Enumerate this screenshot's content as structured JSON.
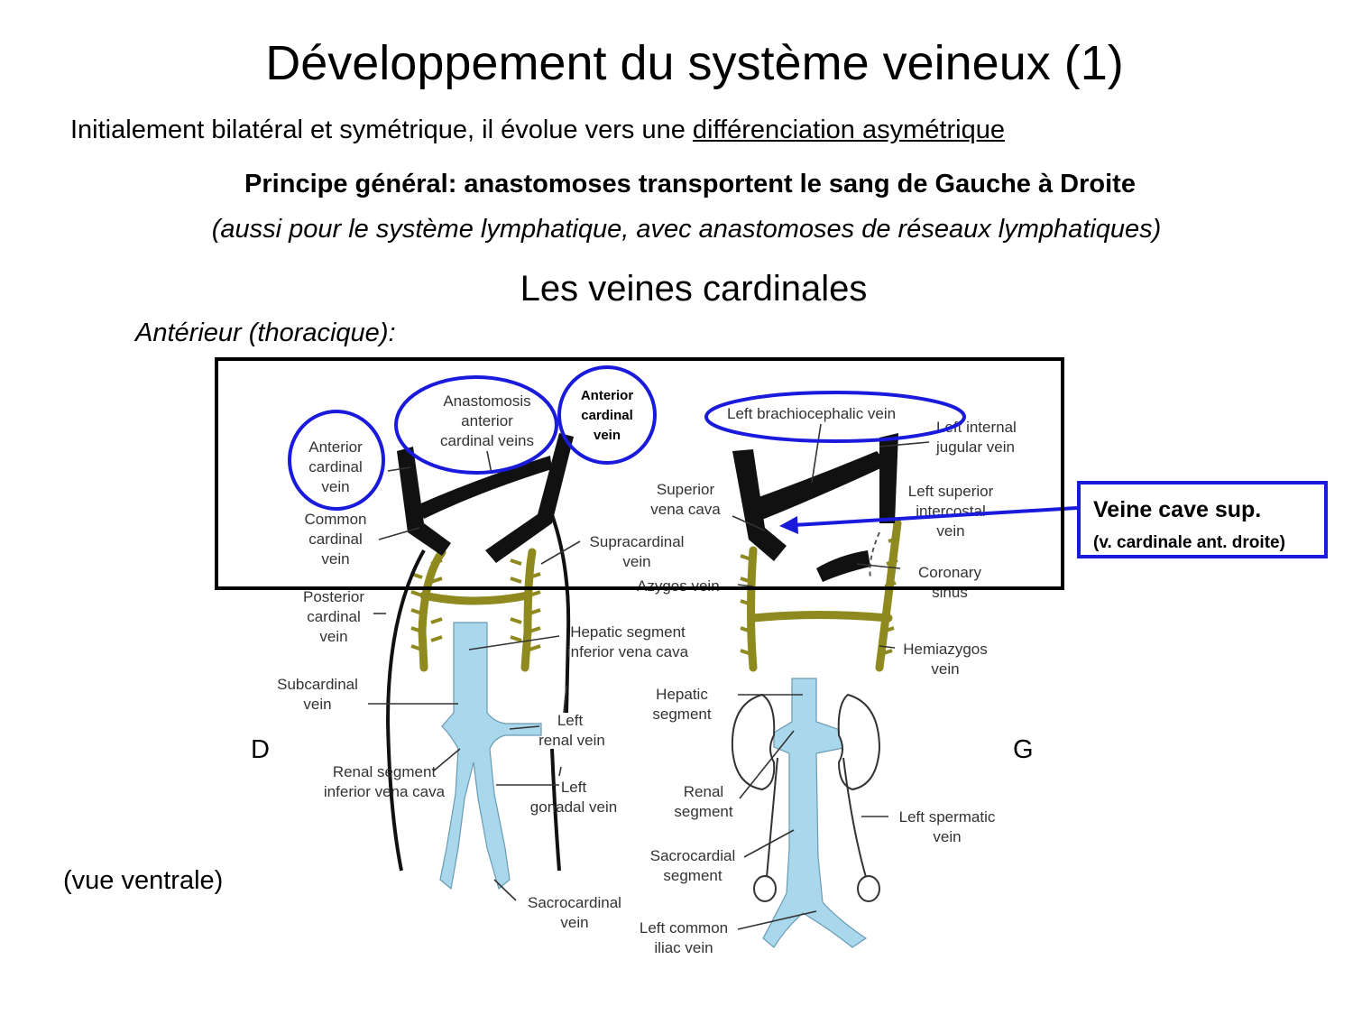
{
  "title": "Développement du système veineux (1)",
  "intro": {
    "text": "Initialement bilatéral et symétrique, il évolue vers une ",
    "underlined": "différenciation asymétrique"
  },
  "principle": "Principe général: anastomoses transportent le sang de Gauche à Droite",
  "lymphatic_note": "(aussi pour le système lymphatique, avec anastomoses de réseaux lymphatiques)",
  "subheading": "Les veines cardinales",
  "anterior_label": "Antérieur (thoracique):",
  "side_labels": {
    "right": "D",
    "left": "G"
  },
  "view_note": "(vue ventrale)",
  "callout": {
    "title": "Veine cave sup.",
    "subtitle": "(v. cardinale ant. droite)",
    "color": "#1a1adc"
  },
  "colors": {
    "vein": "#111111",
    "supracardinal": "#8e8a1f",
    "ivc": "#a9d8ec",
    "highlight": "#1a1adc"
  },
  "left_diagram_labels": {
    "anterior_cardinal_right": [
      "Anterior",
      "cardinal",
      "vein"
    ],
    "anastomosis": [
      "Anastomosis",
      "anterior",
      "cardinal veins"
    ],
    "anterior_cardinal_left": [
      "Anterior",
      "cardinal",
      "vein"
    ],
    "common_cardinal": [
      "Common",
      "cardinal",
      "vein"
    ],
    "supracardinal": [
      "Supracardinal",
      "vein"
    ],
    "posterior_cardinal": [
      "Posterior",
      "cardinal",
      "vein"
    ],
    "hepatic_segment": [
      "Hepatic segment",
      "inferior vena cava"
    ],
    "subcardinal": [
      "Subcardinal",
      "vein"
    ],
    "left_renal": [
      "Left",
      "renal vein"
    ],
    "renal_segment": [
      "Renal segment",
      "inferior vena cava"
    ],
    "left_gonadal": [
      "Left",
      "gonadal vein"
    ],
    "sacrocardinal": [
      "Sacrocardinal",
      "vein"
    ]
  },
  "right_diagram_labels": {
    "left_brachiocephalic": "Left brachiocephalic vein",
    "left_internal_jugular": [
      "Left internal",
      "jugular vein"
    ],
    "superior_vena_cava": [
      "Superior",
      "vena cava"
    ],
    "left_superior_intercostal": [
      "Left superior",
      "intercostal",
      "vein"
    ],
    "coronary_sinus": [
      "Coronary",
      "sinus"
    ],
    "azygos": "Azygos vein",
    "hemiazygos": [
      "Hemiazygos",
      "vein"
    ],
    "hepatic_segment": [
      "Hepatic",
      "segment"
    ],
    "renal_segment": [
      "Renal",
      "segment"
    ],
    "left_spermatic": [
      "Left spermatic",
      "vein"
    ],
    "sacrocardial_segment": [
      "Sacrocardial",
      "segment"
    ],
    "left_common_iliac": [
      "Left common",
      "iliac vein"
    ]
  }
}
